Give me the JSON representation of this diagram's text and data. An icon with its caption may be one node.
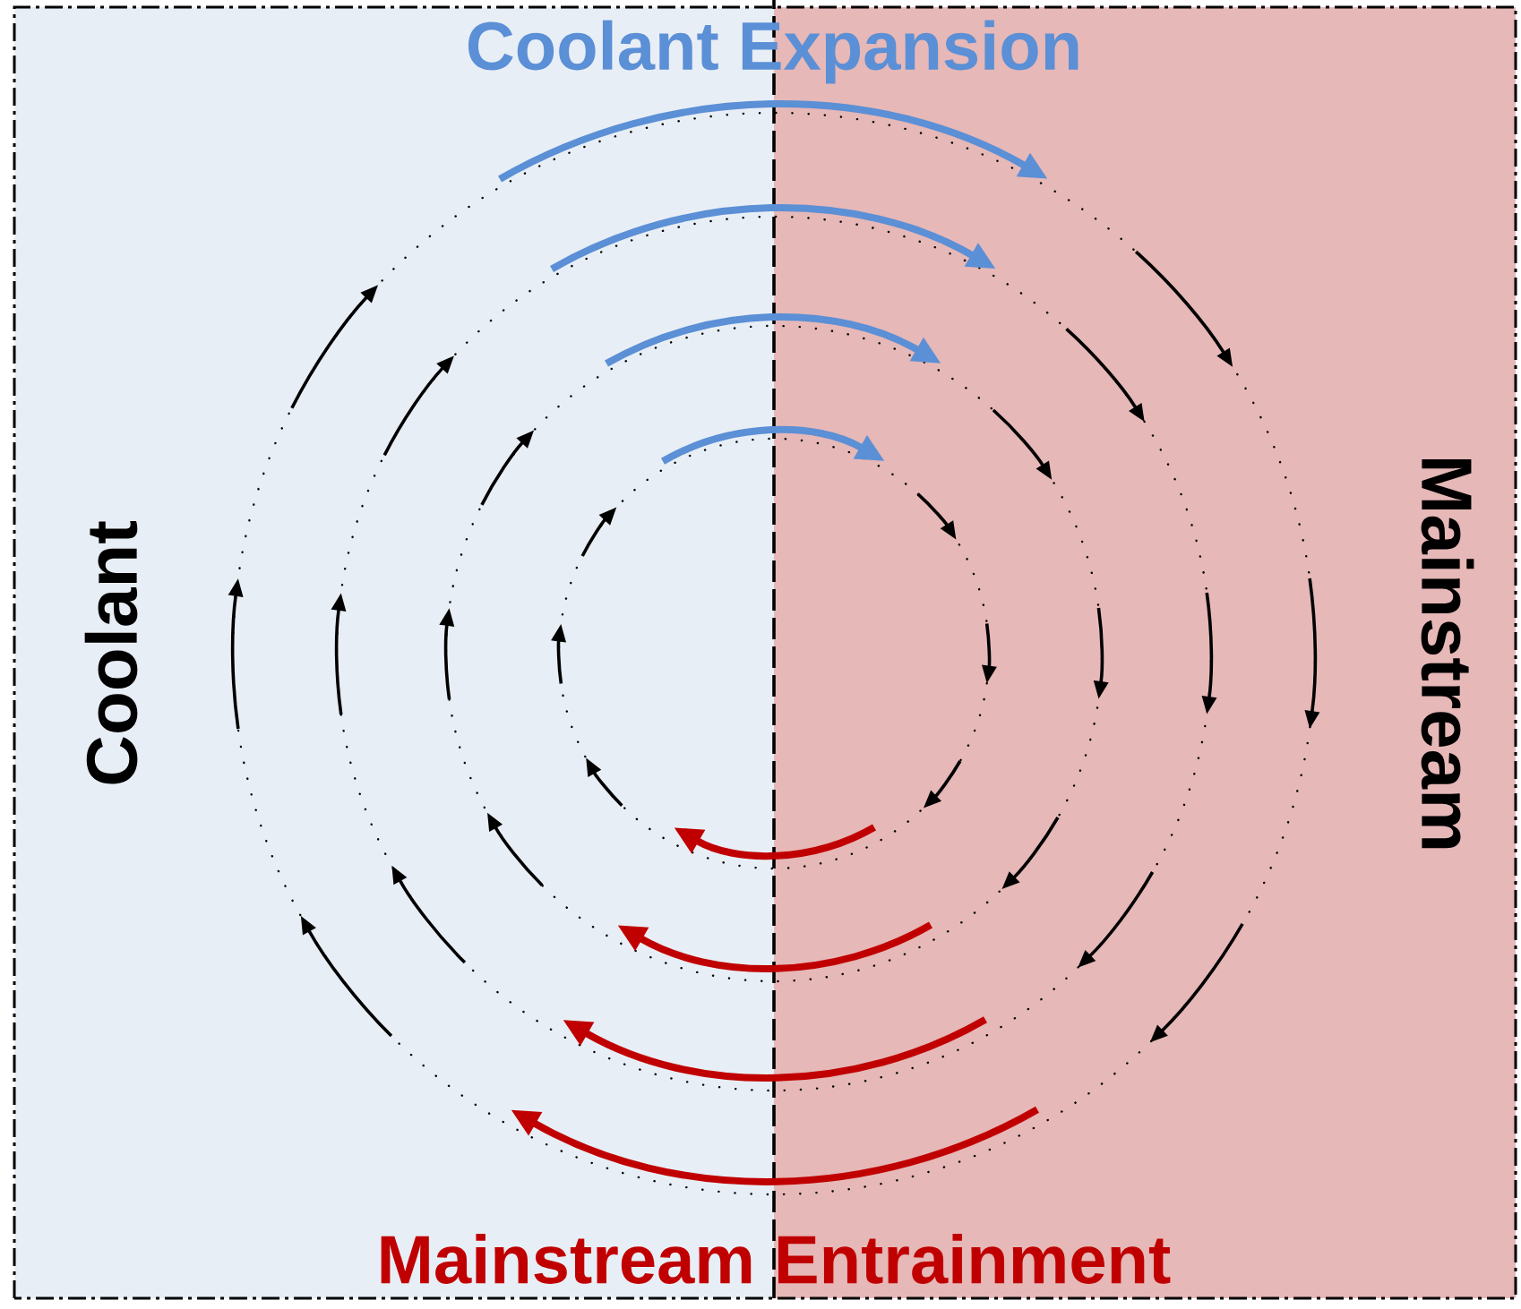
{
  "diagram": {
    "nodes": [
      {
        "text": [
          "Coolant"
        ]
      },
      {
        "text": [
          "Mainstream"
        ]
      }
    ],
    "edges": [
      {
        "from": 0,
        "to": 1,
        "arrow": "to",
        "color": "#5b8fd6"
      },
      {
        "from": 0,
        "to": 1,
        "arrow": "to",
        "color": "#5b8fd6"
      },
      {
        "from": 0,
        "to": 1,
        "arrow": "to",
        "color": "#5b8fd6"
      },
      {
        "from": 0,
        "to": 1,
        "arrow": "to",
        "color": "#5b8fd6"
      },
      {
        "from": 1,
        "to": 0,
        "arrow": "to",
        "color": "#c00000"
      },
      {
        "from": 1,
        "to": 0,
        "arrow": "to",
        "color": "#c00000"
      },
      {
        "from": 1,
        "to": 0,
        "arrow": "to",
        "color": "#c00000"
      },
      {
        "from": 1,
        "to": 0,
        "arrow": "to",
        "color": "#c00000"
      }
    ],
    "labels": [
      "Coolant Expansion",
      "Mainstream Entrainment"
    ]
  }
}
